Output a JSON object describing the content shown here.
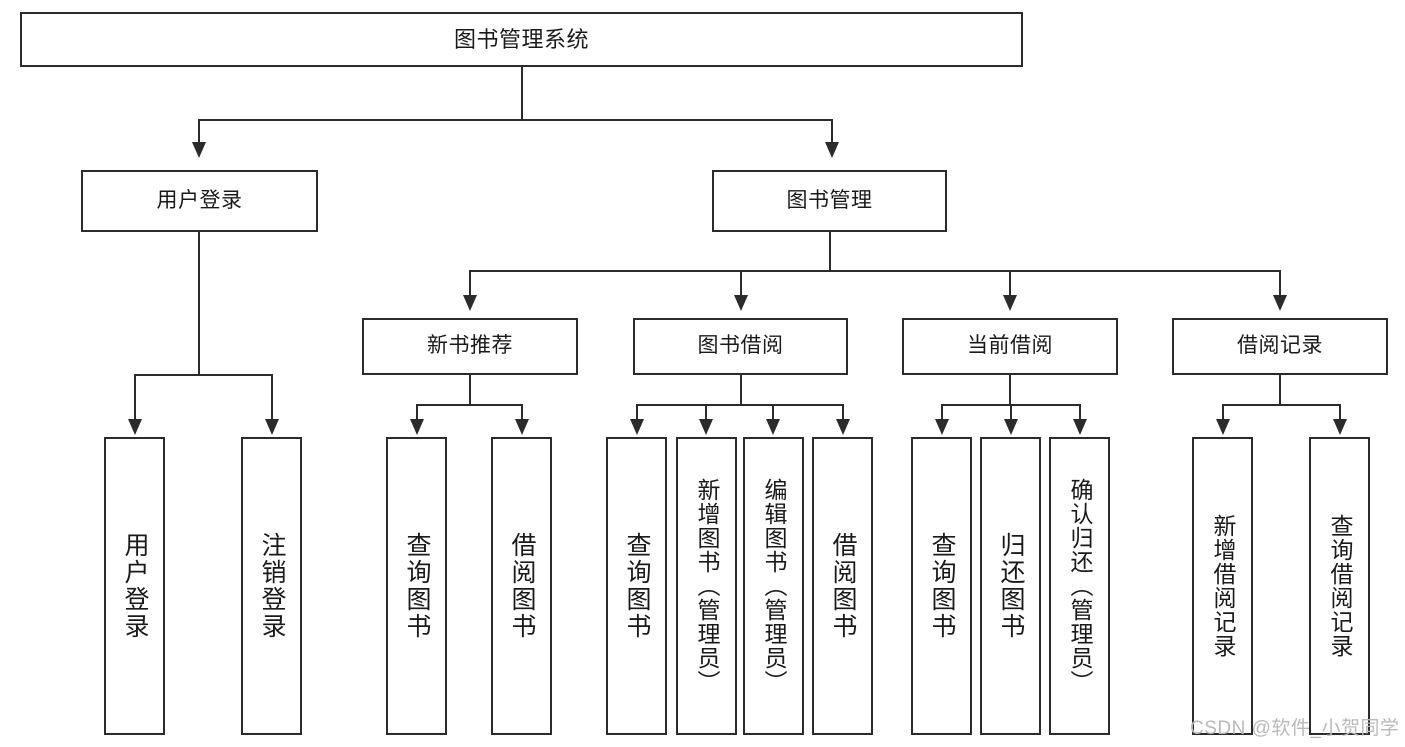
{
  "diagram": {
    "title": "图书管理系统",
    "type": "tree-hierarchy-diagram",
    "colors": {
      "box_border": "#2b2b2b",
      "box_fill": "#ffffff",
      "connector": "#2b2b2b",
      "text": "#1a1a1a",
      "watermark": "#b9b9b9",
      "background": "#ffffff"
    },
    "levels": {
      "level1": [
        {
          "id": "root",
          "label": "图书管理系统"
        }
      ],
      "level2": [
        {
          "id": "user-login",
          "label": "用户登录"
        },
        {
          "id": "book-management",
          "label": "图书管理"
        }
      ],
      "level3": [
        {
          "id": "new-book-recommend",
          "label": "新书推荐"
        },
        {
          "id": "book-borrow",
          "label": "图书借阅"
        },
        {
          "id": "current-borrow",
          "label": "当前借阅"
        },
        {
          "id": "borrow-record",
          "label": "借阅记录"
        }
      ],
      "level4": [
        {
          "id": "leaf-user-login",
          "label": "用户登录",
          "parent": "user-login"
        },
        {
          "id": "leaf-logout-login",
          "label": "注销登录",
          "parent": "user-login"
        },
        {
          "id": "leaf-query-book-1",
          "label": "查询图书",
          "parent": "new-book-recommend"
        },
        {
          "id": "leaf-borrow-book-1",
          "label": "借阅图书",
          "parent": "new-book-recommend"
        },
        {
          "id": "leaf-query-book-2",
          "label": "查询图书",
          "parent": "book-borrow"
        },
        {
          "id": "leaf-add-book",
          "label": "新增图书（管理员）",
          "parent": "book-borrow"
        },
        {
          "id": "leaf-edit-book",
          "label": "编辑图书（管理员）",
          "parent": "book-borrow"
        },
        {
          "id": "leaf-borrow-book-2",
          "label": "借阅图书",
          "parent": "book-borrow"
        },
        {
          "id": "leaf-query-book-3",
          "label": "查询图书",
          "parent": "current-borrow"
        },
        {
          "id": "leaf-return-book",
          "label": "归还图书",
          "parent": "current-borrow"
        },
        {
          "id": "leaf-confirm-return",
          "label": "确认归还（管理员）",
          "parent": "current-borrow"
        },
        {
          "id": "leaf-add-borrow-record",
          "label": "新增借阅记录",
          "parent": "borrow-record"
        },
        {
          "id": "leaf-query-borrow-record",
          "label": "查询借阅记录",
          "parent": "borrow-record"
        }
      ]
    }
  },
  "watermark": {
    "text": "CSDN @软件_小贺同学"
  }
}
